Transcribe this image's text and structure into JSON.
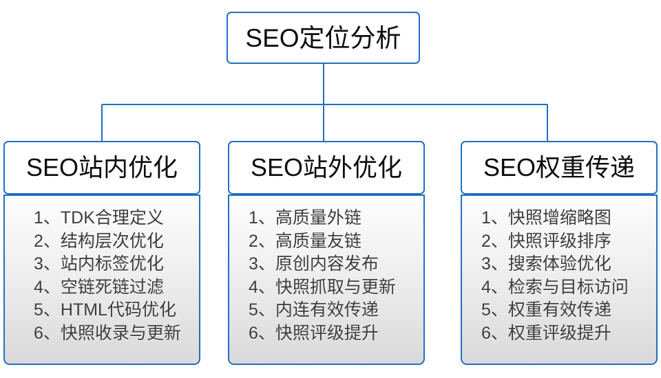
{
  "diagram": {
    "type": "org-tree",
    "root": {
      "title": "SEO定位分析"
    },
    "accent_color": "#1f6fc4",
    "text_color": "#3c3c3c",
    "heading_color": "#0d0d0d",
    "columns": [
      {
        "header": "SEO站内优化",
        "items": [
          {
            "index": "1、",
            "label": "TDK合理定义"
          },
          {
            "index": "2、",
            "label": "结构层次优化"
          },
          {
            "index": "3、",
            "label": "站内标签优化"
          },
          {
            "index": "4、",
            "label": "空链死链过滤"
          },
          {
            "index": "5、",
            "label": "HTML代码优化"
          },
          {
            "index": "6、",
            "label": "快照收录与更新"
          }
        ]
      },
      {
        "header": "SEO站外优化",
        "items": [
          {
            "index": "1、",
            "label": "高质量外链"
          },
          {
            "index": "2、",
            "label": "高质量友链"
          },
          {
            "index": "3、",
            "label": "原创内容发布"
          },
          {
            "index": "4、",
            "label": "快照抓取与更新"
          },
          {
            "index": "5、",
            "label": "内连有效传递"
          },
          {
            "index": "6、",
            "label": "快照评级提升"
          }
        ]
      },
      {
        "header": "SEO权重传递",
        "items": [
          {
            "index": "1、",
            "label": "快照增缩略图"
          },
          {
            "index": "2、",
            "label": "快照评级排序"
          },
          {
            "index": "3、",
            "label": "搜索体验优化"
          },
          {
            "index": "4、",
            "label": "检索与目标访问"
          },
          {
            "index": "5、",
            "label": "权重有效传递"
          },
          {
            "index": "6、",
            "label": "权重评级提升"
          }
        ]
      }
    ]
  }
}
